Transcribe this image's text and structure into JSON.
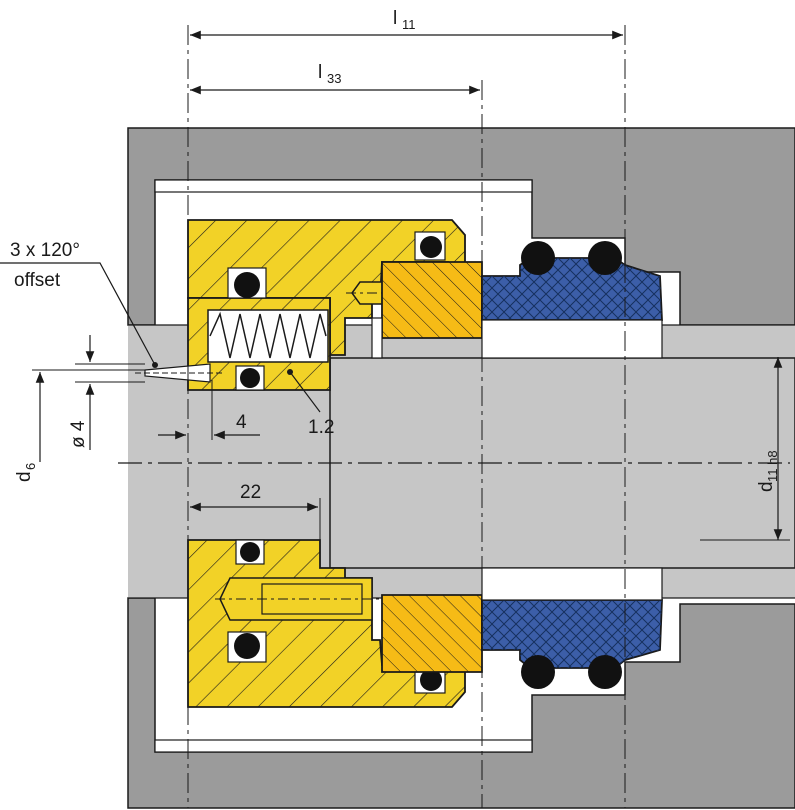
{
  "dimensions": {
    "l11": {
      "main": "l",
      "sub": "11"
    },
    "l33": {
      "main": "l",
      "sub": "33"
    },
    "d6": {
      "main": "d",
      "sub": "6"
    },
    "d11": {
      "main": "d",
      "sub": "11 h8"
    },
    "dia4": "ø 4",
    "dim4": "4",
    "dim22": "22",
    "part12": "1.2"
  },
  "notes": {
    "offset_line1": "3 x 120°",
    "offset_line2": "offset"
  },
  "colors": {
    "housing": "#9b9b9b",
    "shaft": "#c6c6c6",
    "yellow_part": "#f2d227",
    "orange_ring": "#f6bb16",
    "blue_ring": "#3c5ea8",
    "oring": "#111111",
    "line": "#1a1a1a",
    "centerline": "#1a1a1a"
  }
}
